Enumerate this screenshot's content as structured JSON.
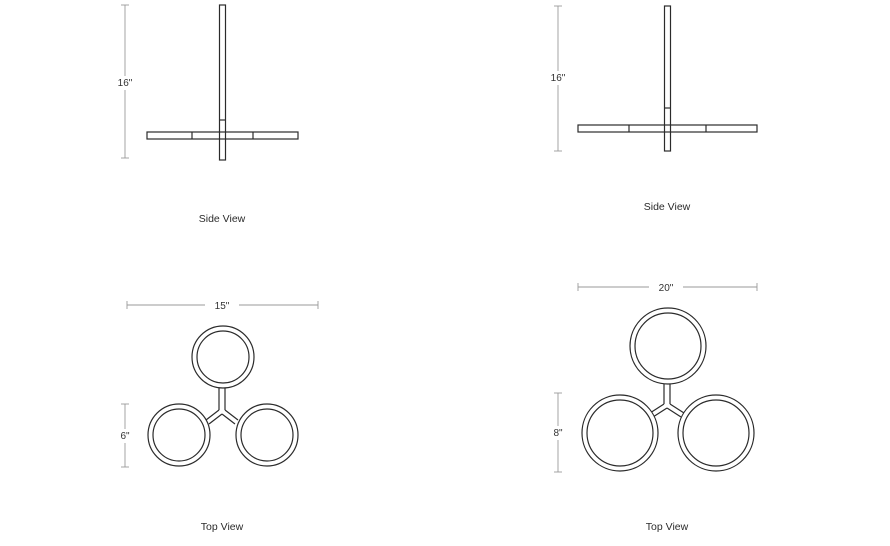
{
  "small_fixture": {
    "side_view": {
      "height_label": "16\"",
      "caption": "Side View"
    },
    "top_view": {
      "width_label": "15\"",
      "depth_label": "6\"",
      "caption": "Top View"
    }
  },
  "large_fixture": {
    "side_view": {
      "height_label": "16\"",
      "caption": "Side View"
    },
    "top_view": {
      "width_label": "20\"",
      "depth_label": "8\"",
      "caption": "Top View"
    }
  },
  "colors": {
    "line": "#2b2b2b",
    "dimension": "#9a9a9a",
    "background": "#ffffff"
  }
}
